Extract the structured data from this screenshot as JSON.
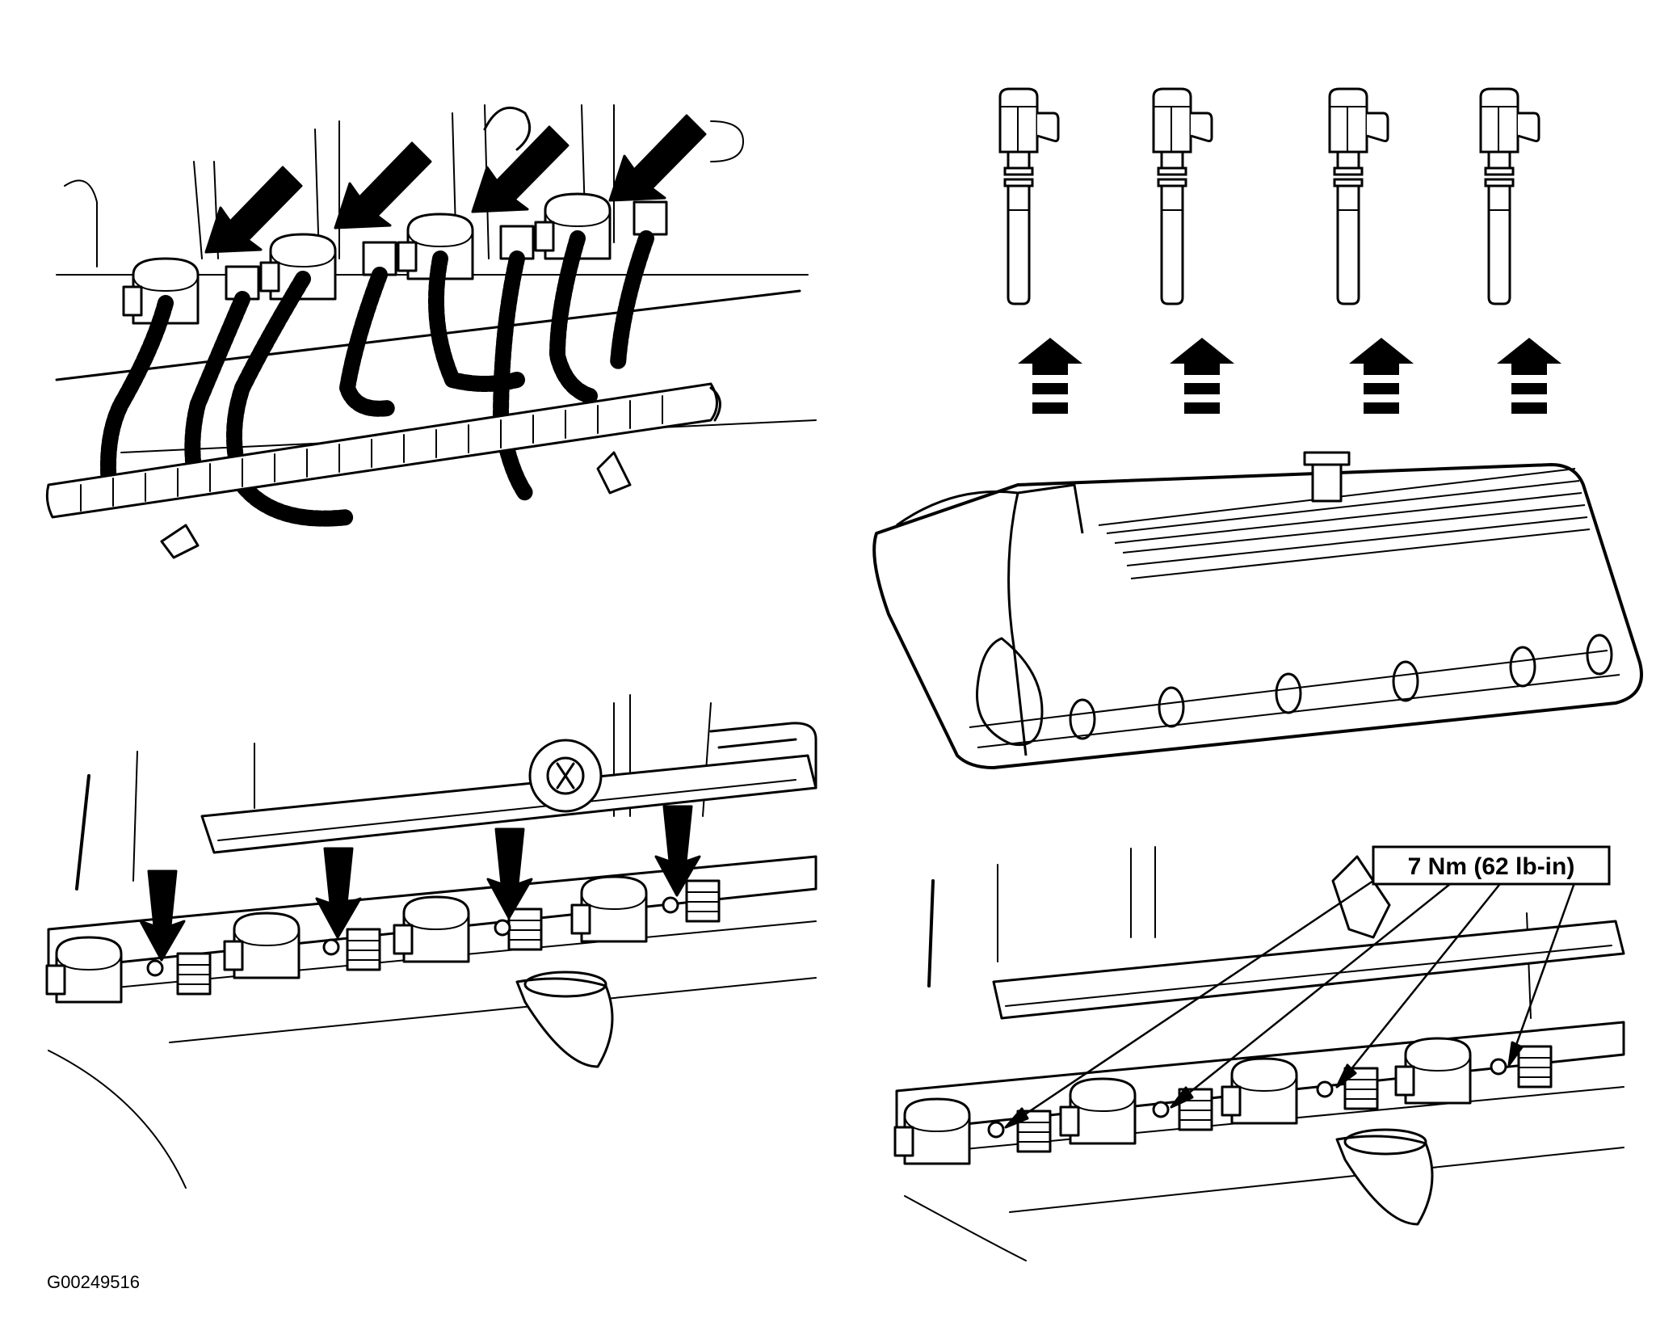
{
  "figure": {
    "torque_spec": "7 Nm (62 lb-in)",
    "figure_code": "G00249516",
    "colors": {
      "ink": "#000000",
      "paper": "#ffffff"
    }
  },
  "panels": {
    "top_left": {
      "arrows": [
        {
          "direction": "down-left"
        },
        {
          "direction": "down-left"
        },
        {
          "direction": "down-left"
        },
        {
          "direction": "down-left"
        }
      ]
    },
    "top_right": {
      "coil_count": 4,
      "lift_arrows": [
        {
          "direction": "up"
        },
        {
          "direction": "up"
        },
        {
          "direction": "up"
        },
        {
          "direction": "up"
        }
      ]
    },
    "bottom_left": {
      "arrows": [
        {
          "direction": "down"
        },
        {
          "direction": "down"
        },
        {
          "direction": "down"
        },
        {
          "direction": "down"
        }
      ]
    },
    "bottom_right": {
      "bolt_callout_count": 4
    }
  }
}
